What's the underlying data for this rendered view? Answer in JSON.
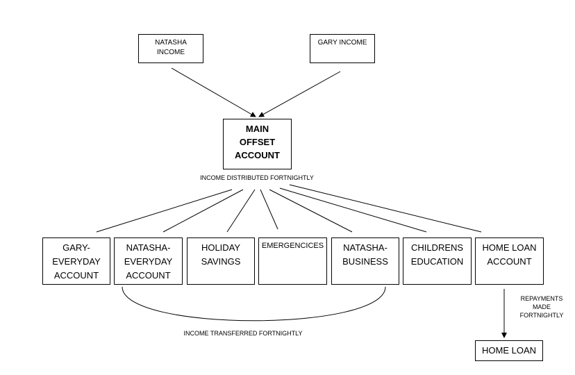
{
  "income_nodes": {
    "natasha": "NATASHA\nINCOME",
    "gary": "GARY INCOME"
  },
  "main_account": "MAIN\nOFFSET\nACCOUNT",
  "distribution_label": "INCOME DISTRIBUTED FORTNIGHTLY",
  "accounts": {
    "gary_everyday": "GARY-\nEVERYDAY\nACCOUNT",
    "natasha_everyday": "NATASHA-\nEVERYDAY\nACCOUNT",
    "holiday": "HOLIDAY\nSAVINGS",
    "emergencies": "EMERGENCICES",
    "natasha_business": "NATASHA-\nBUSINESS",
    "childrens_education": "CHILDRENS\nEDUCATION",
    "home_loan_account": "HOME LOAN\nACCOUNT"
  },
  "transfer_label": "INCOME TRANSFERRED FORTNIGHTLY",
  "repayments_label": "REPAYMENTS\nMADE\nFORTNIGHTLY",
  "home_loan": "HOME LOAN"
}
